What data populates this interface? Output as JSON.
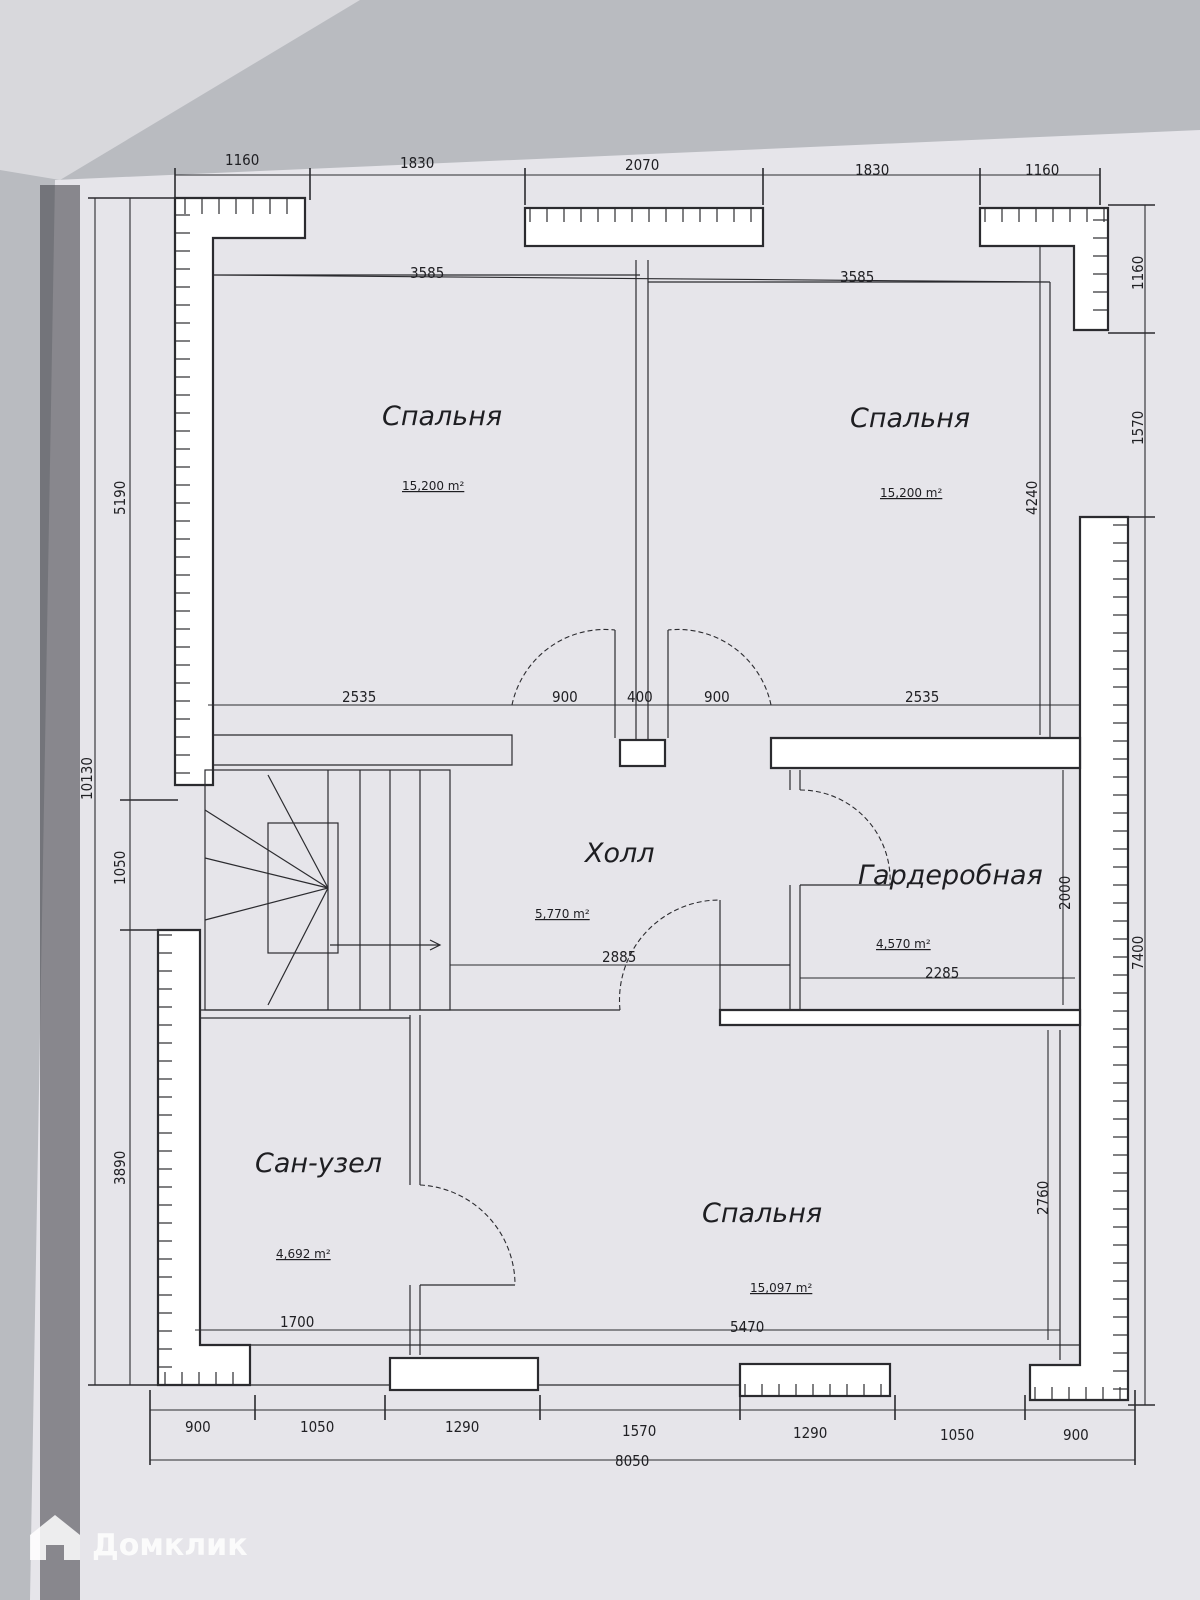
{
  "rooms": {
    "bedroom_top_left": {
      "name": "Спальня",
      "area": "15,200 m²"
    },
    "bedroom_top_right": {
      "name": "Спальня",
      "area": "15,200 m²"
    },
    "hall": {
      "name": "Холл",
      "area": "5,770 m²"
    },
    "wardrobe": {
      "name": "Гардеробная",
      "area": "4,570 m²"
    },
    "bathroom": {
      "name": "Сан-узел",
      "area": "4,692 m²"
    },
    "bedroom_bottom": {
      "name": "Спальня",
      "area": "15,097 m²"
    }
  },
  "dimensions": {
    "top_segments": [
      "1160",
      "1830",
      "2070",
      "1830",
      "1160"
    ],
    "inner_top": [
      "3585",
      "3585"
    ],
    "mid_row": [
      "2535",
      "900",
      "400",
      "900",
      "2535"
    ],
    "hall_width": "2885",
    "wardrobe_width": "2285",
    "wardrobe_height": "2000",
    "bottom_inner": [
      "1700",
      "5470"
    ],
    "bottom_segments": [
      "900",
      "1050",
      "1290",
      "1570",
      "1290",
      "1050",
      "900"
    ],
    "total_width": "8050",
    "left_overall": "10130",
    "left_segments": [
      "5190",
      "1050",
      "3890"
    ],
    "right_segments": [
      "1160",
      "1570",
      "7400"
    ],
    "bedroom_height": "4240",
    "bottom_bedroom_height": "2760"
  },
  "watermark": "Домклик"
}
